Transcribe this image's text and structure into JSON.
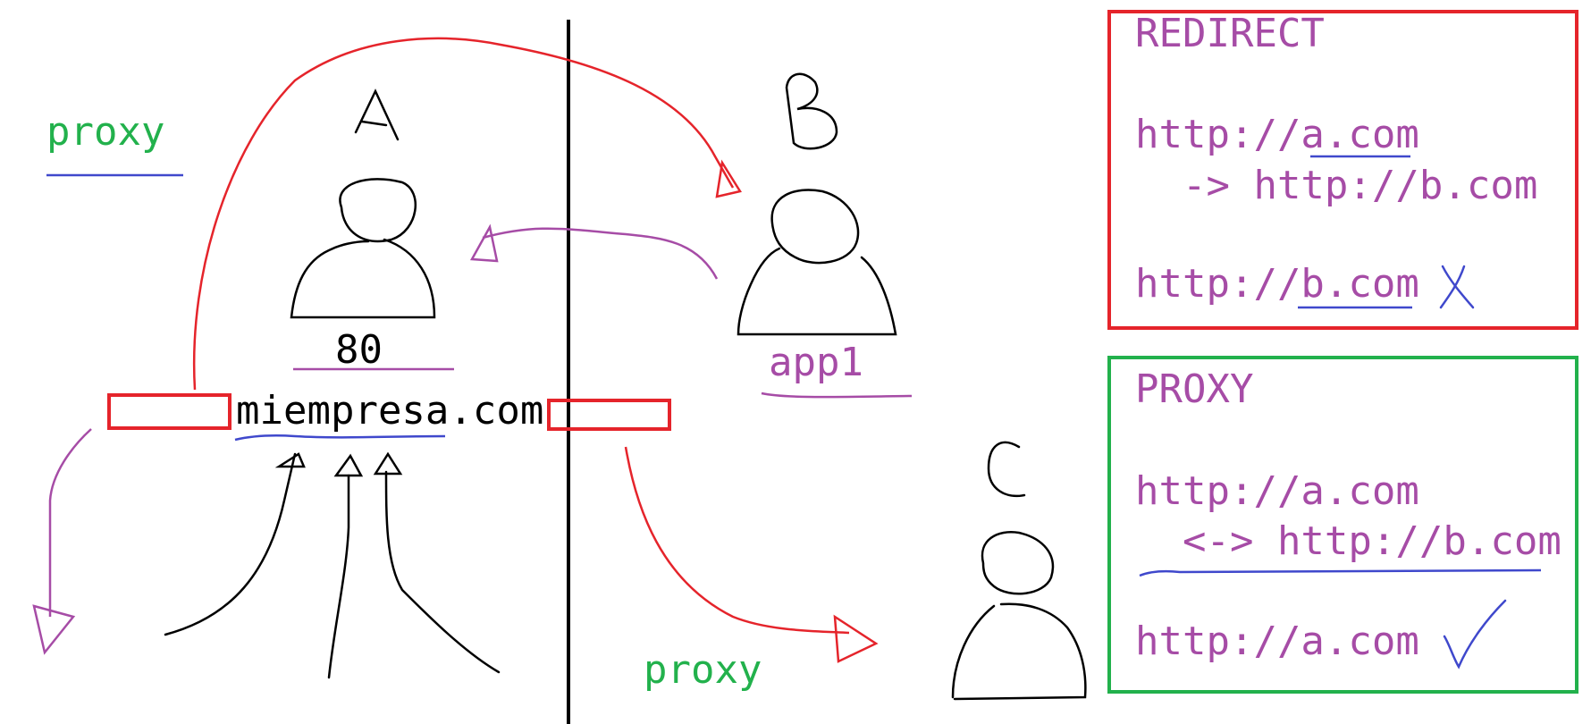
{
  "colors": {
    "ink": "#000000",
    "red": "#e5242b",
    "purple": "#a64ca6",
    "blue": "#3f48cc",
    "green": "#22b14c"
  },
  "nodes": {
    "a": {
      "letter": "A",
      "port": "80",
      "domain": "miempresa.com",
      "icon": "person-icon"
    },
    "b": {
      "letter": "B",
      "app": "app1",
      "icon": "person-icon"
    },
    "c": {
      "letter": "C",
      "icon": "person-icon"
    }
  },
  "labels": {
    "proxy_left": "proxy",
    "proxy_bottom": "proxy"
  },
  "redirect_box": {
    "title": "REDIRECT",
    "line1": "http://a.com",
    "line2": "  -> http://b.com",
    "line3": "http://b.com",
    "mark_icon": "cross-icon"
  },
  "proxy_box": {
    "title": "PROXY",
    "line1": "http://a.com",
    "line2": "  <-> http://b.com",
    "line3": "http://a.com",
    "mark_icon": "check-icon"
  }
}
